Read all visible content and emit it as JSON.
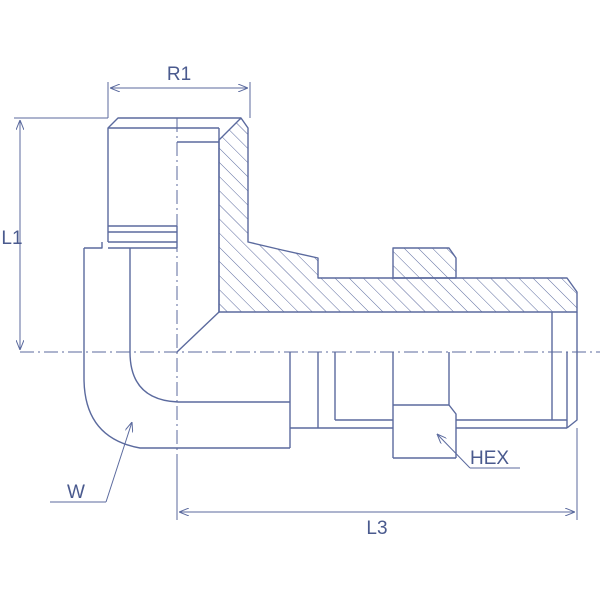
{
  "labels": {
    "r1": "R1",
    "l1": "L1",
    "l3": "L3",
    "hex": "HEX",
    "w": "W"
  },
  "colors": {
    "line": "#5b6a9e",
    "text": "#4a5a8e",
    "background": "#ffffff"
  }
}
